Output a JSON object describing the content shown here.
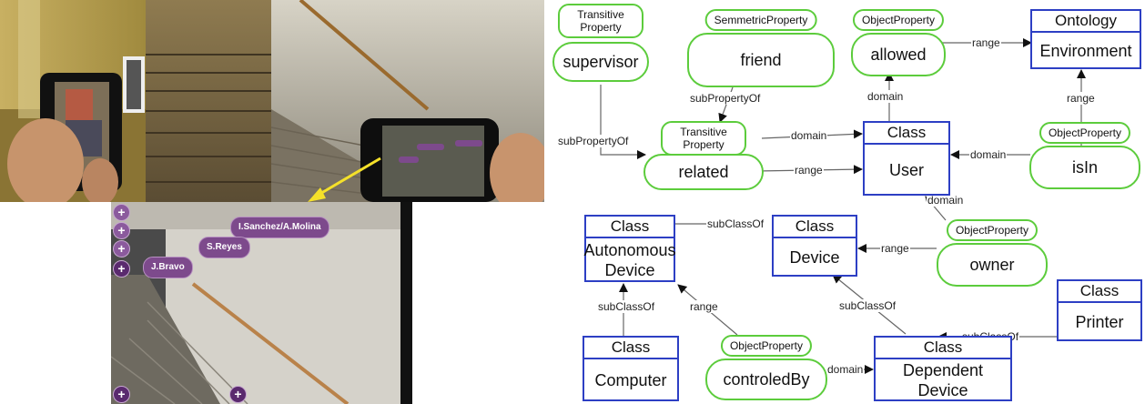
{
  "photos": {
    "ar_labels": [
      "I.Sanchez/A.Molina",
      "S.Reyes",
      "J.Bravo"
    ],
    "button_glyph": "+"
  },
  "diagram": {
    "nodes": {
      "supervisor": {
        "type": "Transitive\nProperty",
        "name": "supervisor"
      },
      "friend": {
        "type": "SemmetricProperty",
        "name": "friend"
      },
      "allowed": {
        "type": "ObjectProperty",
        "name": "allowed"
      },
      "environment": {
        "type": "Ontology",
        "name": "Environment"
      },
      "related": {
        "type": "Transitive\nProperty",
        "name": "related"
      },
      "user": {
        "type": "Class",
        "name": "User"
      },
      "isin": {
        "type": "ObjectProperty",
        "name": "isIn"
      },
      "autonomous": {
        "type": "Class",
        "name": "Autonomous\nDevice"
      },
      "device": {
        "type": "Class",
        "name": "Device"
      },
      "owner": {
        "type": "ObjectProperty",
        "name": "owner"
      },
      "printer": {
        "type": "Class",
        "name": "Printer"
      },
      "computer": {
        "type": "Class",
        "name": "Computer"
      },
      "controledby": {
        "type": "ObjectProperty",
        "name": "controledBy"
      },
      "dependent": {
        "type": "Class",
        "name": "Dependent\nDevice"
      }
    },
    "edges": {
      "allowed_range": "range",
      "env_range": "range",
      "allowed_domain": "domain",
      "friend_subprop": "subPropertyOf",
      "supervisor_subprop": "subPropertyOf",
      "related_domain": "domain",
      "related_range": "range",
      "isin_domain": "domain",
      "owner_domain": "domain",
      "autonomous_subclass": "subClassOf",
      "owner_range": "range",
      "computer_subclass": "subClassOf",
      "controledby_range": "range",
      "dependent_subclass": "subClassOf",
      "printer_subclass": "subClassOf",
      "controledby_domain": "domain"
    }
  }
}
